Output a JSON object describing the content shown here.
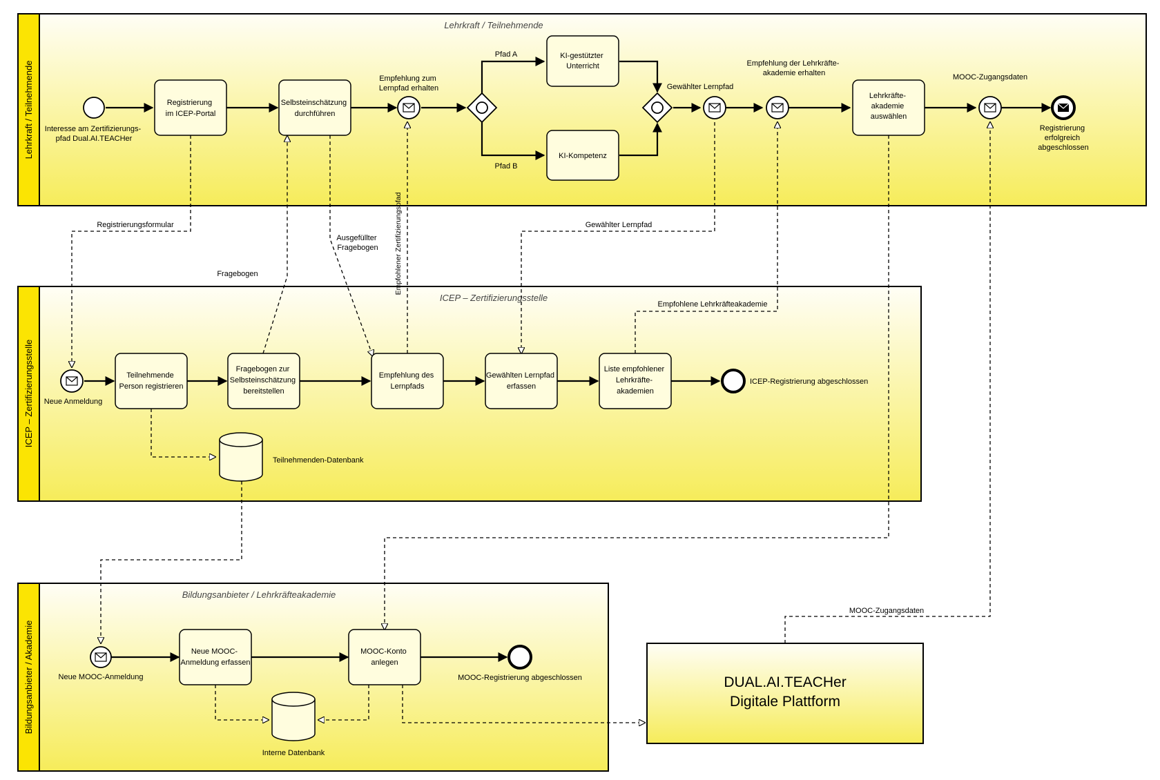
{
  "colors": {
    "lane_fill_top": "#fffef6",
    "lane_fill_bottom": "#f6ec5a",
    "lane_header": "#fbe403",
    "task_fill": "#fffdde",
    "stroke": "#000000"
  },
  "lanes": {
    "teacher": {
      "header": "Lehrkraft / Teilnehmende",
      "title": "Lehrkraft / Teilnehmende"
    },
    "icep": {
      "header": "ICEP – Zertifizierungsstelle",
      "title": "ICEP – Zertifizierungsstelle"
    },
    "academy": {
      "header": "Bildungsanbieter / Akademie",
      "title": "Bildungsanbieter / Lehrkräfteakademie"
    }
  },
  "platform": {
    "line1": "DUAL.AI.TEACHer",
    "line2": "Digitale Plattform"
  },
  "teacher": {
    "start_event": [
      "Interesse am Zertifizierungs-",
      "pfad Dual.AI.TEACHer"
    ],
    "task_register": [
      "Registrierung",
      "im ICEP-Portal"
    ],
    "task_self_assessment": [
      "Selbsteinschätzung",
      "durchführen"
    ],
    "msg_recommendation": [
      "Empfehlung zum",
      "Lernpfad erhalten"
    ],
    "path_a": "Pfad A",
    "path_b": "Pfad B",
    "task_ki_unterricht": [
      "KI-gestützter",
      "Unterricht"
    ],
    "task_ki_kompetenz": [
      "KI-Kompetenz"
    ],
    "msg_chosen_path": "Gewählter Lernpfad",
    "msg_academy_recommendation": [
      "Empfehlung der Lehrkräfte-",
      "akademie erhalten"
    ],
    "task_choose_academy": [
      "Lehrkräfte-",
      "akademie",
      "auswählen"
    ],
    "msg_mooc_access": "MOOC-Zugangsdaten",
    "end_event": [
      "Registrierung",
      "erfolgreich",
      "abgeschlossen"
    ]
  },
  "flows": {
    "registration_form": "Registrierungsformular",
    "questionnaire": "Fragebogen",
    "filled_questionnaire": [
      "Ausgefüllter",
      "Fragebogen"
    ],
    "recommended_path": "Empfohlener Zertifizierungspfad",
    "chosen_path": "Gewählter Lernpfad",
    "recommended_academy": "Empfohlene Lehrkräfteakademie",
    "mooc_access": "MOOC-Zugangsdaten"
  },
  "icep": {
    "start_event": "Neue Anmeldung",
    "task_register_person": [
      "Teilnehmende",
      "Person registrieren"
    ],
    "task_questionnaire": [
      "Fragebogen zur",
      "Selbsteinschätzung",
      "bereitstellen"
    ],
    "task_recommend_path": [
      "Empfehlung des",
      "Lernpfads"
    ],
    "task_record_path": [
      "Gewählten Lernpfad",
      "erfassen"
    ],
    "task_academy_list": [
      "Liste empfohlener",
      "Lehrkräfte-",
      "akademien"
    ],
    "end_event": "ICEP-Registrierung abgeschlossen",
    "database": "Teilnehmenden-Datenbank"
  },
  "academy": {
    "start_event": "Neue MOOC-Anmeldung",
    "task_new_mooc": [
      "Neue MOOC-",
      "Anmeldung erfassen"
    ],
    "task_create_account": [
      "MOOC-Konto",
      "anlegen"
    ],
    "end_event": "MOOC-Registrierung abgeschlossen",
    "database": "Interne Datenbank"
  }
}
